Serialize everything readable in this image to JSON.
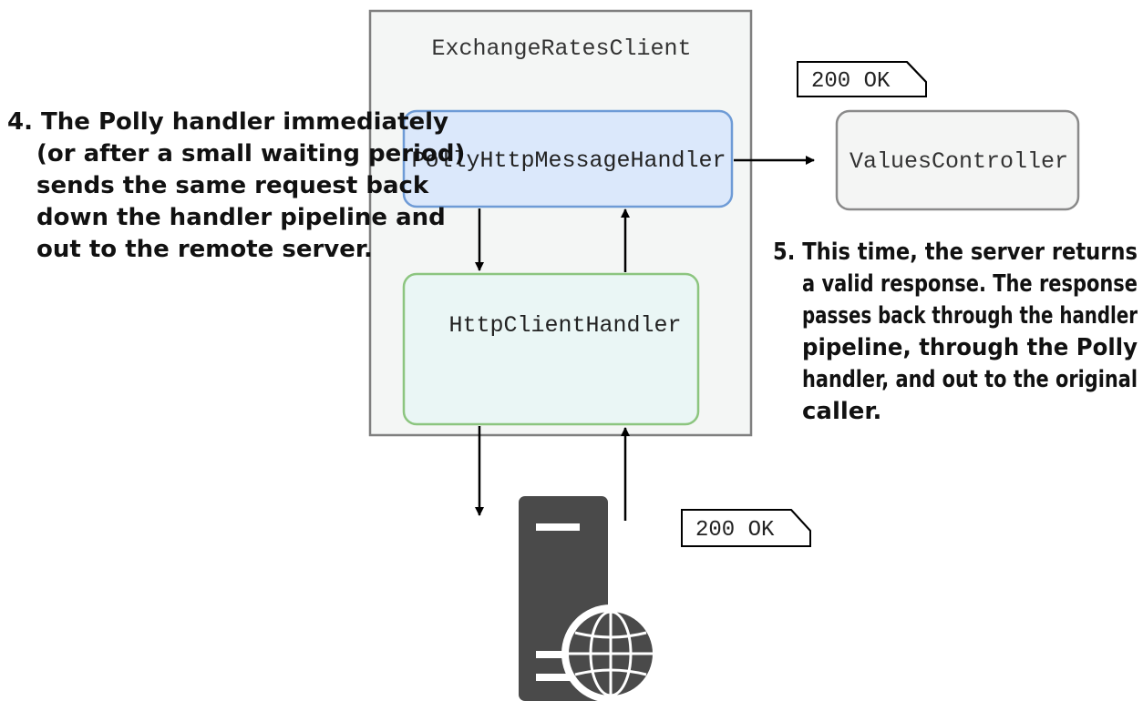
{
  "container": {
    "title": "ExchangeRatesClient"
  },
  "handlers": {
    "polly": {
      "label": "PollyHttpMessageHandler"
    },
    "http_client": {
      "label": "HttpClientHandler"
    }
  },
  "controller": {
    "label": "ValuesController"
  },
  "responses": {
    "top": {
      "label": "200 OK"
    },
    "bottom": {
      "label": "200 OK"
    }
  },
  "annotations": {
    "step4": [
      "4. The Polly handler immediately",
      "(or after a small waiting period)",
      "sends the same request back",
      "down the handler pipeline and",
      "out to the remote server."
    ],
    "step5": [
      "5. This time, the server returns",
      "a valid response. The response",
      "passes back through the handler",
      "pipeline, through the Polly",
      "handler, and out to the original",
      "caller."
    ]
  },
  "server": {
    "icon": "web-server-globe-icon"
  },
  "colors": {
    "container_fill": "#f4f6f5",
    "container_stroke": "#7f7f7f",
    "polly_fill": "#dbe8fb",
    "polly_stroke": "#6e9bd6",
    "http_fill": "#eaf6f5",
    "http_stroke": "#8cc57f",
    "controller_fill": "#f4f5f4",
    "controller_stroke": "#8a8a8a",
    "server_fill": "#4a4a4a"
  }
}
